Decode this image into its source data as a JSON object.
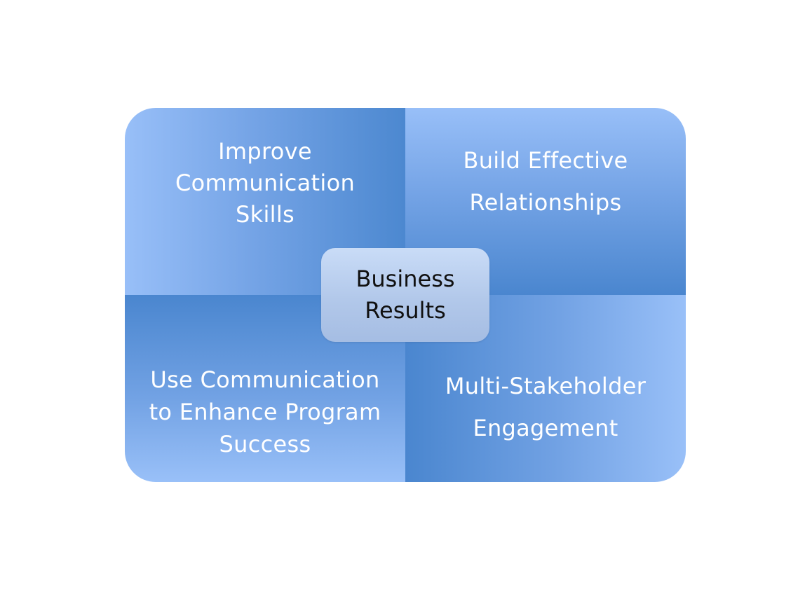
{
  "quadrants": {
    "top_left": "Improve\nCommunication\nSkills",
    "top_right": "Build Effective\nRelationships",
    "bottom_left": "Use Communication\nto Enhance Program\nSuccess",
    "bottom_right": "Multi-Stakeholder\nEngagement"
  },
  "center": {
    "label": "Business\nResults"
  }
}
